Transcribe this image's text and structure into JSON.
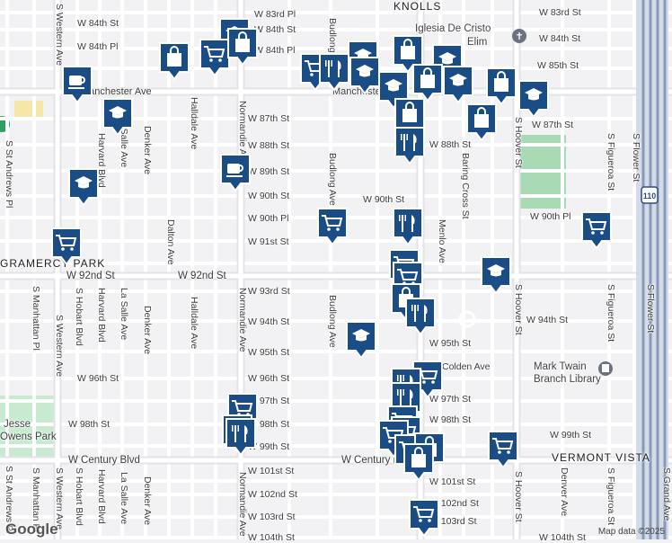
{
  "map": {
    "neighborhoods": [
      "KNOLLS",
      "GRAMERCY PARK",
      "VERMONT VISTA"
    ],
    "places": [
      "Iglesia De Cristo",
      "Elim",
      "Mark Twain",
      "Branch Library",
      "Jesse",
      "Owens Park"
    ],
    "highway_shield": "110",
    "streets_horizontal": [
      "W 83rd St",
      "W 83rd Pl",
      "W 84th St",
      "W 84th Pl",
      "W 85th St",
      "Manchester Ave",
      "W 87th St",
      "W 88th St",
      "W 89th St",
      "W 90th St",
      "W 90th Pl",
      "W 91st St",
      "W 92nd St",
      "W 93rd St",
      "W 94th St",
      "W 95th St",
      "W 96th St",
      "W 97th St",
      "W 98th St",
      "W 99th St",
      "W Century Blvd",
      "W 101st St",
      "W 102nd St",
      "W 103rd St",
      "W 104th St",
      "Colden Ave"
    ],
    "streets_vertical": [
      "S Western Ave",
      "Budlong Ave",
      "Normandie Ave",
      "Halldale Ave",
      "Dalton Ave",
      "Denker Ave",
      "La Salle Ave",
      "Harvard Blvd",
      "S Hobart Blvd",
      "S Manhattan Pl",
      "S St Andrews Pl",
      "Menlo Ave",
      "Baring Cross St",
      "S Hoover St",
      "S Figueroa St",
      "S Flower St",
      "S Grand Ave",
      "Denver Ave"
    ],
    "attribution": "Map data ©2025",
    "logo": "Google"
  },
  "markers": [
    {
      "type": "school",
      "label": "school"
    },
    {
      "type": "shopping-cart",
      "label": "grocery"
    },
    {
      "type": "bag",
      "label": "shopping"
    },
    {
      "type": "cafe",
      "label": "cafe"
    },
    {
      "type": "restaurant",
      "label": "restaurant"
    },
    {
      "type": "church",
      "label": "church"
    },
    {
      "type": "library",
      "label": "library"
    },
    {
      "type": "park",
      "label": "park"
    }
  ]
}
